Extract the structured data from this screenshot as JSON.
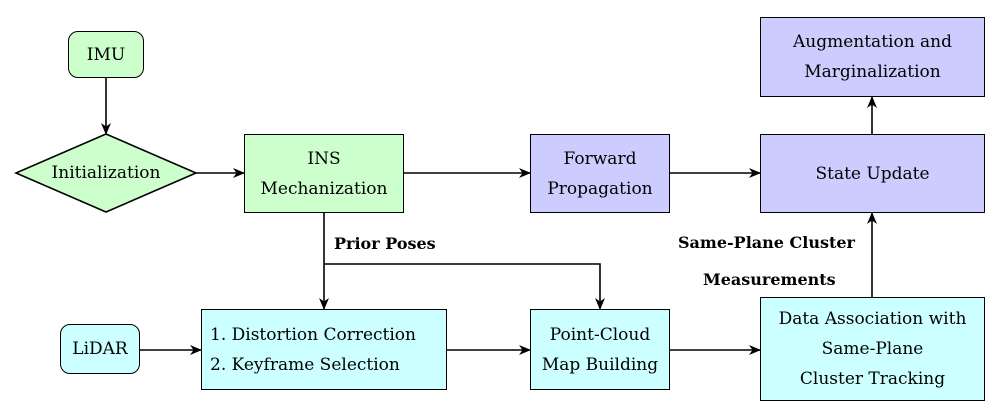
{
  "nodes": {
    "imu": {
      "lines": [
        "IMU"
      ]
    },
    "initialization": {
      "lines": [
        "Initialization"
      ]
    },
    "ins_mechanization": {
      "lines": [
        "INS",
        "Mechanization"
      ]
    },
    "forward_propagation": {
      "lines": [
        "Forward",
        "Propagation"
      ]
    },
    "state_update": {
      "lines": [
        "State Update"
      ]
    },
    "augmentation": {
      "lines": [
        "Augmentation and",
        "Marginalization"
      ]
    },
    "lidar": {
      "lines": [
        "LiDAR"
      ]
    },
    "preprocessing": {
      "lines": [
        "1. Distortion Correction",
        "2. Keyframe Selection"
      ]
    },
    "map_building": {
      "lines": [
        "Point-Cloud",
        "Map Building"
      ]
    },
    "data_association": {
      "lines": [
        "Data Association with",
        "Same-Plane",
        "Cluster Tracking"
      ]
    }
  },
  "labels": {
    "prior_poses": "Prior Poses",
    "measurements_line1": "Same-Plane Cluster",
    "measurements_line2": "Measurements"
  },
  "colors": {
    "imu_branch": "#ccffcc",
    "filter": "#ccccff",
    "lidar_branch": "#ccffff"
  }
}
